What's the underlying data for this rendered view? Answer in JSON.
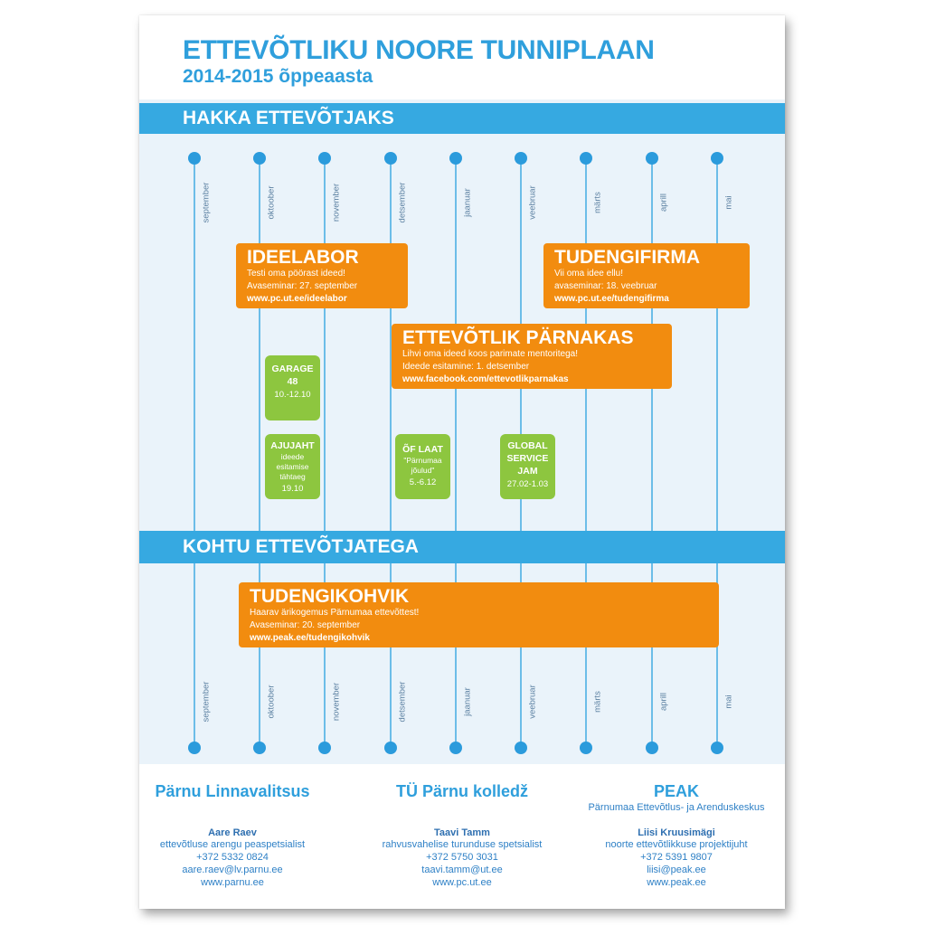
{
  "header": {
    "title": "ETTEVÕTLIKU NOORE TUNNIPLAAN",
    "subtitle": "2014-2015 õppeaasta"
  },
  "sections": {
    "top": "HAKKA ETTEVÕTJAKS",
    "bottom": "KOHTU ETTEVÕTJATEGA"
  },
  "months": [
    "september",
    "oktoober",
    "november",
    "detsember",
    "jaanuar",
    "veebruar",
    "märts",
    "aprill",
    "mai"
  ],
  "programs": {
    "ideelabor": {
      "title": "IDEELABOR",
      "line1": "Testi oma pöörast ideed!",
      "line2": "Avaseminar: 27. september",
      "url": "www.pc.ut.ee/ideelabor"
    },
    "tudengifirma": {
      "title": "TUDENGIFIRMA",
      "line1": "Vii oma idee ellu!",
      "line2": "avaseminar: 18. veebruar",
      "url": "www.pc.ut.ee/tudengifirma"
    },
    "parnakas": {
      "title": "ETTEVÕTLIK PÄRNAKAS",
      "line1": "Lihvi oma ideed koos parimate mentoritega!",
      "line2": "Ideede esitamine: 1. detsember",
      "url": "www.facebook.com/ettevotlikparnakas"
    },
    "tudengikohvik": {
      "title": "TUDENGIKOHVIK",
      "line1": "Haarav ärikogemus Pärnumaa ettevõttest!",
      "line2": "Avaseminar: 20. september",
      "url": "www.peak.ee/tudengikohvik"
    }
  },
  "events": {
    "garage": {
      "title1": "GARAGE",
      "title2": "48",
      "date": "10.-12.10"
    },
    "ajujaht": {
      "title": "AJUJAHT",
      "sub1": "ideede",
      "sub2": "esitamise",
      "sub3": "tähtaeg",
      "date": "19.10"
    },
    "oflaat": {
      "title": "ÕF LAAT",
      "sub1": "\"Pärnumaa",
      "sub2": "jõulud\"",
      "date": "5.-6.12"
    },
    "global": {
      "title1": "GLOBAL",
      "title2": "SERVICE",
      "title3": "JAM",
      "date": "27.02-1.03"
    }
  },
  "contacts": [
    {
      "org": "Pärnu Linnavalitsus",
      "org_sub": "",
      "name": "Aare Raev",
      "role": "ettevõtluse arengu peaspetsialist",
      "phone": "+372 5332 0824",
      "email": "aare.raev@lv.parnu.ee",
      "web": "www.parnu.ee"
    },
    {
      "org": "TÜ Pärnu kolledž",
      "org_sub": "",
      "name": "Taavi Tamm",
      "role": "rahvusvahelise turunduse spetsialist",
      "phone": "+372 5750 3031",
      "email": "taavi.tamm@ut.ee",
      "web": "www.pc.ut.ee"
    },
    {
      "org": "PEAK",
      "org_sub": "Pärnumaa Ettevõtlus- ja Arenduskeskus",
      "name": "Liisi Kruusimägi",
      "role": "noorte ettevõtlikkuse projektijuht",
      "phone": "+372 5391 9807",
      "email": "liisi@peak.ee",
      "web": "www.peak.ee"
    }
  ],
  "colors": {
    "accent_blue": "#36a9e1",
    "orange": "#f28c0f",
    "green": "#8dc63f",
    "band_bg": "#eaf3fa"
  }
}
